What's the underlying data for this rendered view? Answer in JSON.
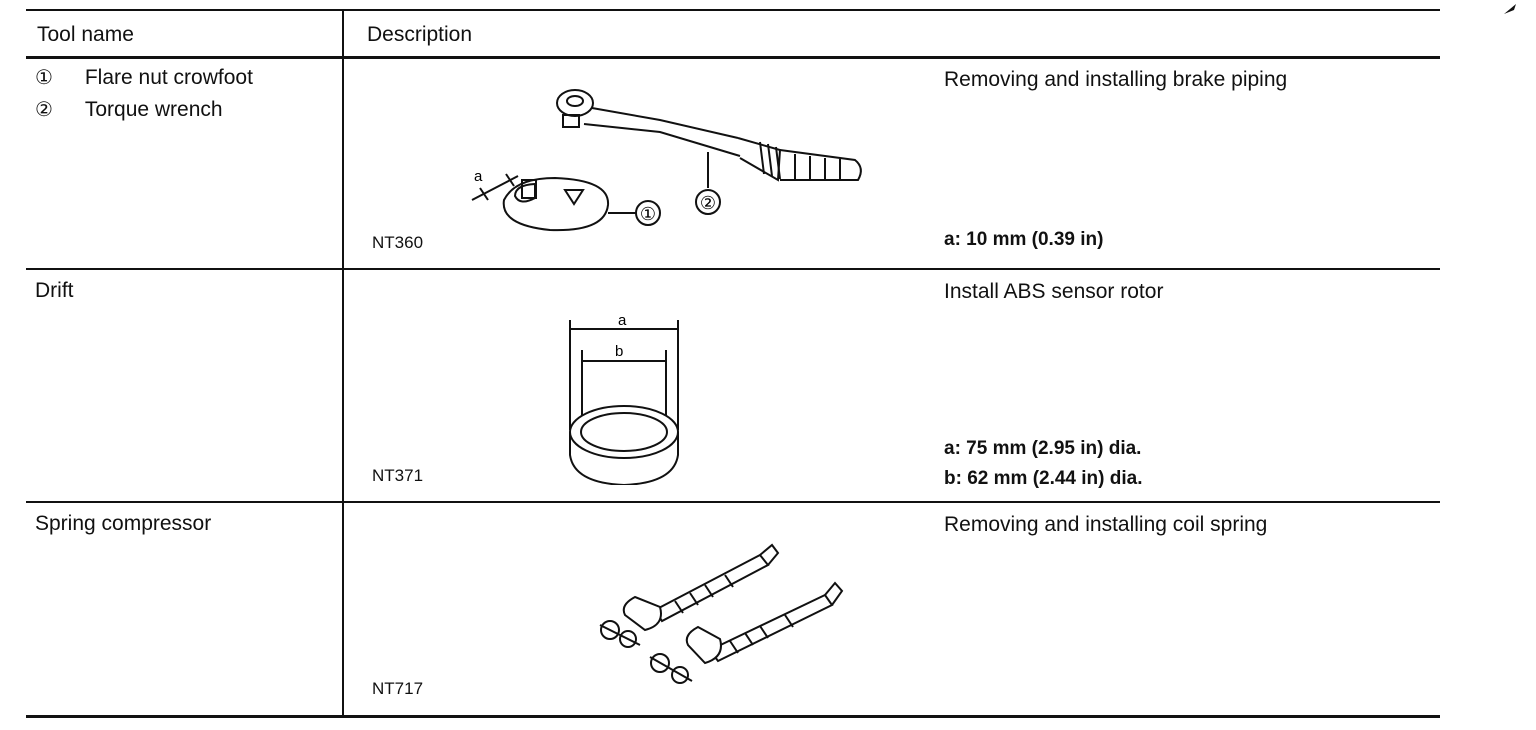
{
  "header": {
    "tool_name": "Tool name",
    "description": "Description"
  },
  "rows": [
    {
      "tools": [
        {
          "marker": "①",
          "name": "Flare nut crowfoot"
        },
        {
          "marker": "②",
          "name": "Torque wrench"
        }
      ],
      "code": "NT360",
      "usage": "Removing and installing brake piping",
      "specs": [
        "a: 10 mm (0.39 in)"
      ],
      "illustration_labels": {
        "a": "a",
        "one": "①",
        "two": "②"
      }
    },
    {
      "tool": "Drift",
      "code": "NT371",
      "usage": "Install ABS sensor rotor",
      "specs": [
        "a: 75 mm (2.95 in) dia.",
        "b: 62 mm (2.44 in) dia."
      ],
      "illustration_labels": {
        "a": "a",
        "b": "b"
      }
    },
    {
      "tool": "Spring compressor",
      "code": "NT717",
      "usage": "Removing and installing coil spring",
      "specs": []
    }
  ]
}
